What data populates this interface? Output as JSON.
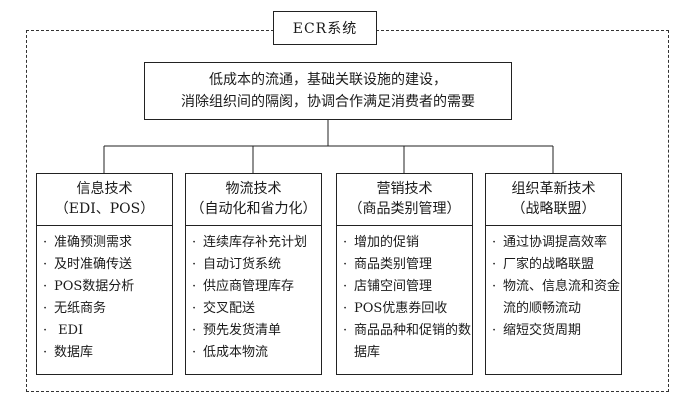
{
  "title": "ECR系统",
  "root": {
    "lines": [
      "低成本的流通，基础关联设施的建设，",
      "消除组织间的隔阂，协调合作满足消费者的需要"
    ]
  },
  "columns": [
    {
      "heading": [
        "信息技术",
        "（EDI、POS）"
      ],
      "items": [
        "准确预测需求",
        "及时准确传送",
        "POS数据分析",
        "无纸商务",
        " EDI",
        "数据库"
      ]
    },
    {
      "heading": [
        "物流技术",
        "（自动化和省力化）"
      ],
      "items": [
        "连续库存补充计划",
        "自动订货系统",
        "供应商管理库存",
        "交叉配送",
        "预先发货清单",
        "低成本物流"
      ]
    },
    {
      "heading": [
        "营销技术",
        "（商品类别管理）"
      ],
      "items": [
        "增加的促销",
        "商品类别管理",
        "店铺空间管理",
        "POS优惠券回收",
        "商品品种和促销的数据库"
      ]
    },
    {
      "heading": [
        "组织革新技术",
        "（战略联盟）"
      ],
      "items": [
        "通过协调提高效率",
        "厂家的战略联盟",
        "物流、信息流和资金流的顺畅流动",
        "缩短交货周期"
      ]
    }
  ]
}
